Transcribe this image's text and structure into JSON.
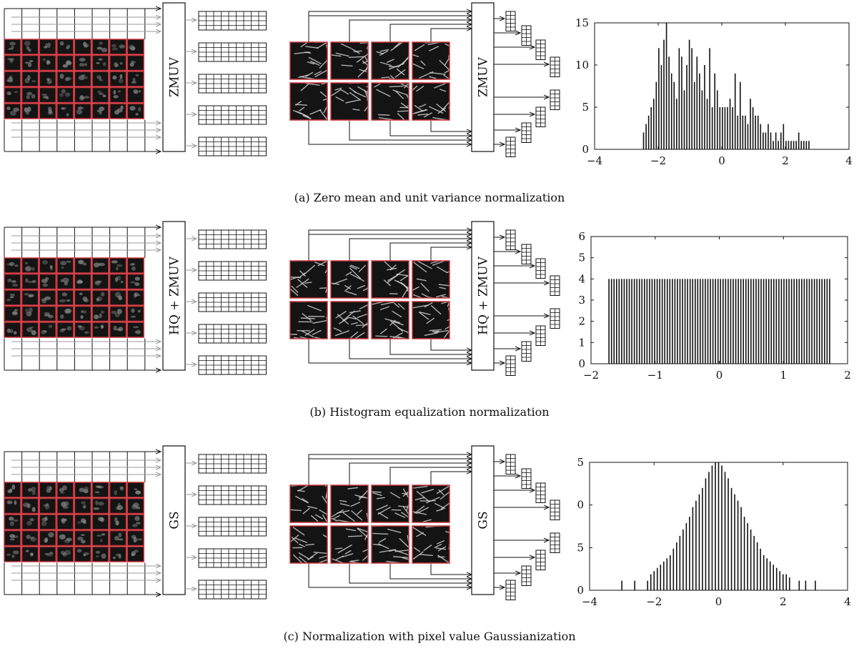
{
  "panels": [
    {
      "id": "a",
      "caption": "(a)  Zero mean and unit variance normalization",
      "norm_label": "ZMUV",
      "chart_data": {
        "type": "bar",
        "title": "",
        "xlabel": "",
        "ylabel": "",
        "xlim": [
          -4,
          4
        ],
        "ylim": [
          0,
          15
        ],
        "xticks": [
          "−4",
          "−2",
          "0",
          "2",
          "4"
        ],
        "yticks": [
          "0",
          "5",
          "10",
          "15"
        ],
        "x": [
          -2.46,
          -2.38,
          -2.3,
          -2.22,
          -2.14,
          -2.06,
          -1.98,
          -1.9,
          -1.82,
          -1.74,
          -1.66,
          -1.58,
          -1.5,
          -1.42,
          -1.34,
          -1.26,
          -1.18,
          -1.1,
          -1.02,
          -0.94,
          -0.86,
          -0.78,
          -0.7,
          -0.62,
          -0.54,
          -0.46,
          -0.38,
          -0.3,
          -0.22,
          -0.14,
          -0.06,
          0.02,
          0.1,
          0.18,
          0.26,
          0.34,
          0.42,
          0.5,
          0.58,
          0.66,
          0.74,
          0.82,
          0.9,
          0.98,
          1.06,
          1.14,
          1.22,
          1.3,
          1.38,
          1.46,
          1.54,
          1.62,
          1.7,
          1.78,
          1.86,
          1.94,
          2.02,
          2.1,
          2.18,
          2.26,
          2.34,
          2.42,
          2.5,
          2.58,
          2.66,
          2.74
        ],
        "values": [
          2,
          3,
          4,
          5,
          6,
          8,
          12,
          10,
          13,
          15,
          11,
          9,
          8,
          6,
          12,
          11,
          7,
          10,
          13,
          12,
          8,
          11,
          9,
          7,
          10,
          6,
          12,
          5,
          9,
          7,
          5,
          5,
          5,
          5,
          6,
          5,
          9,
          4,
          8,
          4,
          4,
          3,
          6,
          5,
          4,
          4,
          3,
          2,
          2,
          3,
          2,
          1,
          2,
          1,
          2,
          3,
          1,
          1,
          1,
          1,
          1,
          2,
          1,
          1,
          1,
          1
        ]
      }
    },
    {
      "id": "b",
      "caption": "(b)  Histogram equalization normalization",
      "norm_label": "HQ + ZMUV",
      "chart_data": {
        "type": "bar",
        "title": "",
        "xlabel": "",
        "ylabel": "",
        "xlim": [
          -2,
          2
        ],
        "ylim": [
          0,
          6
        ],
        "xticks": [
          "−2",
          "−1",
          "0",
          "1",
          "2"
        ],
        "yticks": [
          "0",
          "1",
          "2",
          "3",
          "4",
          "5",
          "6"
        ],
        "bins": {
          "start": -1.72,
          "end": 1.72,
          "count": 88,
          "value": 4
        }
      }
    },
    {
      "id": "c",
      "caption": "(c)  Normalization with pixel value Gaussianization",
      "norm_label": "GS",
      "chart_data": {
        "type": "bar",
        "title": "",
        "xlabel": "",
        "ylabel": "",
        "xlim": [
          -4,
          4
        ],
        "ylim": [
          0,
          4
        ],
        "xticks": [
          "−4",
          "−2",
          "0",
          "2",
          "4"
        ],
        "yticks": [
          "0",
          "5",
          "0",
          "5"
        ],
        "x": [
          -3.0,
          -2.6,
          -2.2,
          -2.1,
          -2.0,
          -1.9,
          -1.8,
          -1.7,
          -1.6,
          -1.5,
          -1.4,
          -1.3,
          -1.2,
          -1.1,
          -1.0,
          -0.9,
          -0.8,
          -0.7,
          -0.6,
          -0.5,
          -0.4,
          -0.3,
          -0.2,
          -0.1,
          0.0,
          0.1,
          0.2,
          0.3,
          0.4,
          0.5,
          0.6,
          0.7,
          0.8,
          0.9,
          1.0,
          1.1,
          1.2,
          1.3,
          1.4,
          1.5,
          1.6,
          1.7,
          1.8,
          1.9,
          2.0,
          2.1,
          2.2,
          2.5,
          2.7,
          3.0
        ],
        "values": [
          0.3,
          0.3,
          0.3,
          0.5,
          0.6,
          0.7,
          0.8,
          0.9,
          1.0,
          1.1,
          1.3,
          1.5,
          1.7,
          1.9,
          2.1,
          2.3,
          2.6,
          2.8,
          3.0,
          3.2,
          3.5,
          3.7,
          3.9,
          4.0,
          4.0,
          3.9,
          3.7,
          3.5,
          3.2,
          3.0,
          2.8,
          2.6,
          2.3,
          2.1,
          1.9,
          1.7,
          1.5,
          1.3,
          1.1,
          1.0,
          0.9,
          0.8,
          0.7,
          0.6,
          0.5,
          0.5,
          0.4,
          0.3,
          0.3,
          0.3
        ]
      }
    }
  ],
  "colors": {
    "frame": "#c8323a",
    "line": "#111111",
    "gray_arrow": "#9a9a9a"
  }
}
